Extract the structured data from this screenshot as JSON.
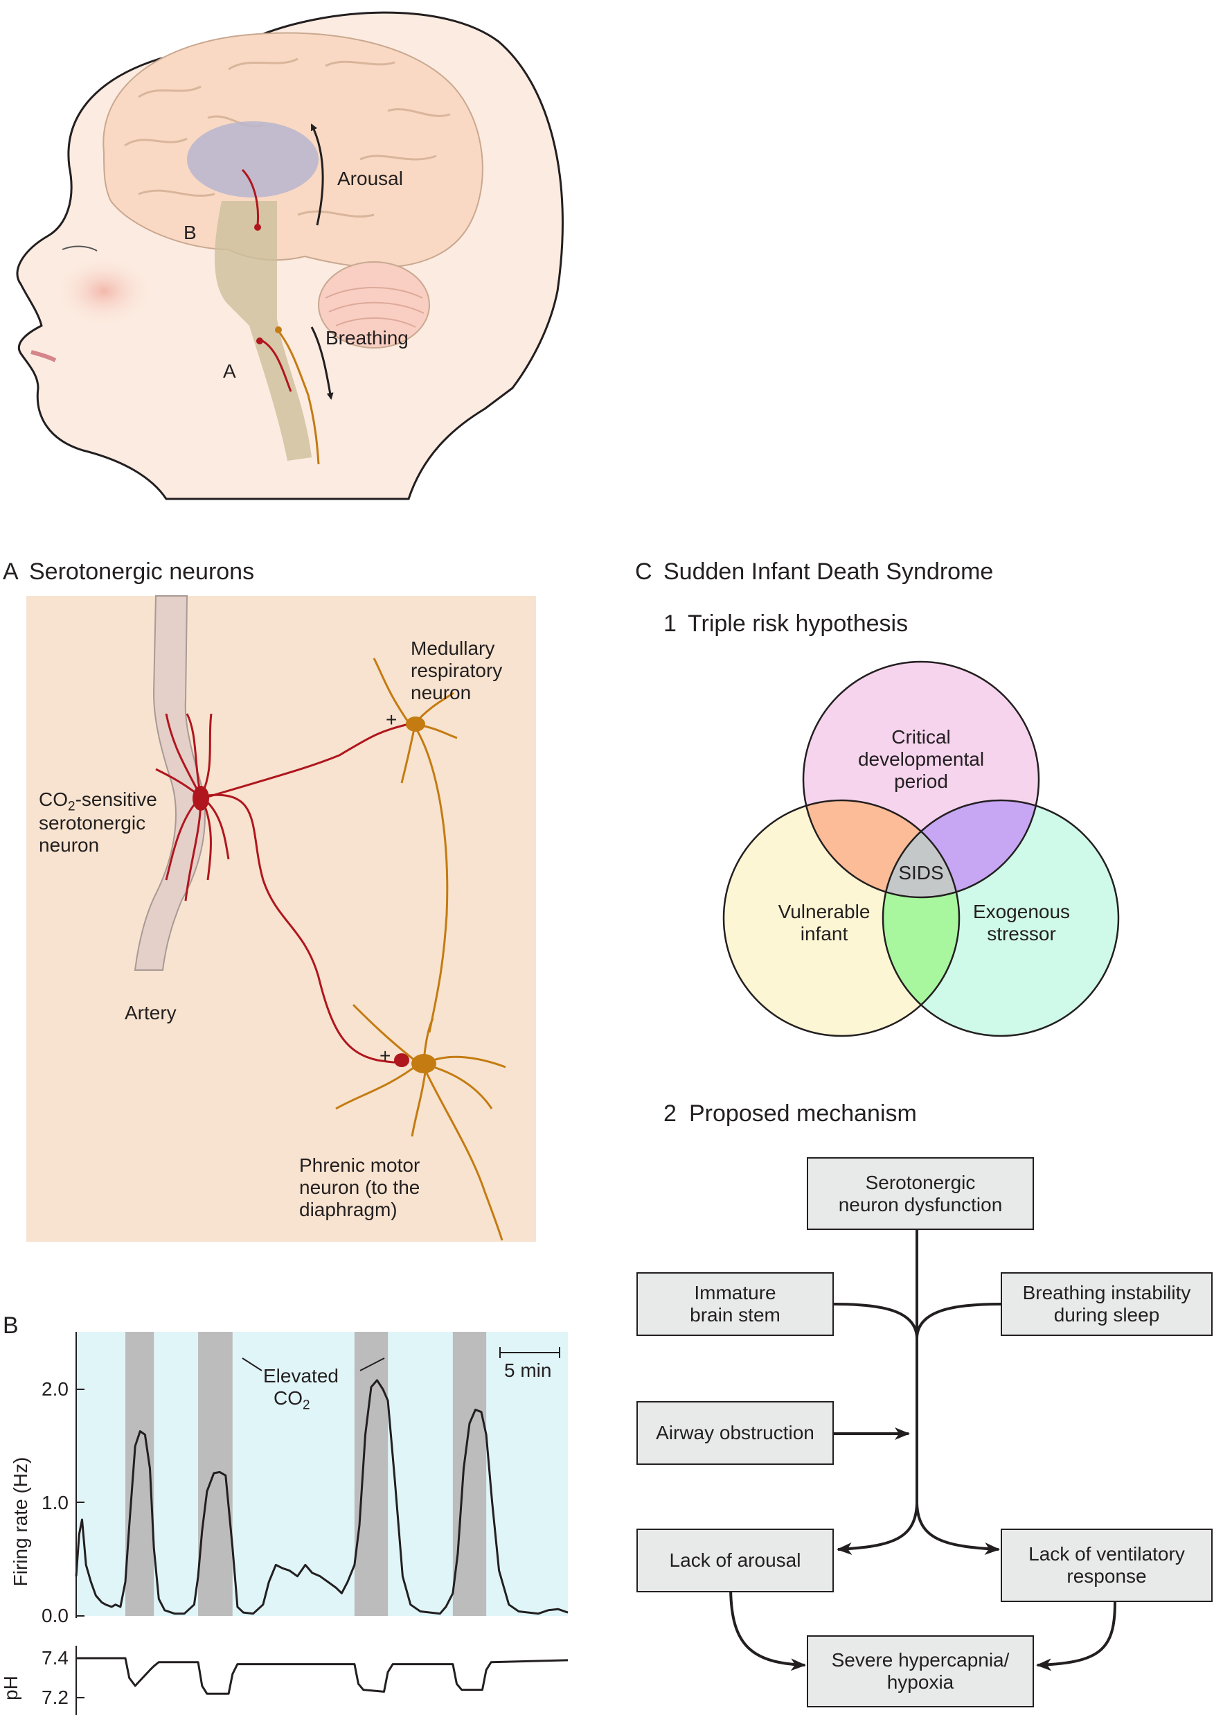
{
  "head_panel": {
    "arousal_label": "Arousal",
    "breathing_label": "Breathing",
    "marker_b": "B",
    "marker_a": "A"
  },
  "panel_a": {
    "letter": "A",
    "title": "Serotonergic neurons",
    "medullary_line1": "Medullary",
    "medullary_line2": "respiratory",
    "medullary_line3": "neuron",
    "co2_prefix": "CO",
    "co2_sub": "2",
    "co2_suffix": "-sensitive",
    "sero_line2": "serotonergic",
    "sero_line3": "neuron",
    "artery_label": "Artery",
    "phrenic_line1": "Phrenic motor",
    "phrenic_line2": "neuron (to the",
    "phrenic_line3": "diaphragm)",
    "plus_upper": "+",
    "plus_lower": "+"
  },
  "panel_b": {
    "letter": "B",
    "y_label": "Firing rate (Hz)",
    "y_ticks": [
      "2.0",
      "1.0",
      "0.0"
    ],
    "elevated_line1": "Elevated",
    "elevated_prefix": "CO",
    "elevated_sub": "2",
    "scale_label": "5 min",
    "ph_label": "pH",
    "ph_ticks": [
      "7.4",
      "7.2"
    ],
    "colors": {
      "background": "#e0f5f8",
      "co2_band": "#bcbcbc",
      "trace": "#231f20"
    }
  },
  "chart_data": {
    "type": "line",
    "ylabel": "Firing rate (Hz)",
    "ylim": [
      0,
      2.4
    ],
    "shaded_intervals_note": "Elevated CO2",
    "shaded_periods": [
      [
        5.0,
        7.9
      ],
      [
        12.4,
        15.9
      ],
      [
        28.3,
        31.7
      ],
      [
        38.3,
        41.7
      ]
    ],
    "x": [
      0,
      0.3,
      0.6,
      1,
      1.5,
      2,
      2.6,
      3,
      3.6,
      4,
      4.5,
      5,
      5.4,
      6,
      6.5,
      7,
      7.5,
      7.9,
      8.4,
      9,
      10,
      11,
      12,
      12.4,
      12.8,
      13.3,
      14,
      14.6,
      15.2,
      15.9,
      16.4,
      17,
      18,
      19,
      19.6,
      20.3,
      21,
      21.7,
      22.5,
      23.3,
      24,
      24.8,
      25.6,
      26.4,
      27,
      27.6,
      28.3,
      28.8,
      29.4,
      30,
      30.6,
      31.2,
      31.7,
      32.4,
      33.2,
      34,
      35,
      36,
      37,
      37.6,
      38.3,
      38.8,
      39.4,
      40,
      40.6,
      41.2,
      41.7,
      42.3,
      43,
      44,
      45,
      46,
      47,
      48,
      49,
      50
    ],
    "values": [
      0.35,
      0.72,
      0.85,
      0.45,
      0.3,
      0.18,
      0.12,
      0.1,
      0.08,
      0.1,
      0.08,
      0.3,
      0.8,
      1.5,
      1.63,
      1.6,
      1.3,
      0.6,
      0.15,
      0.05,
      0.02,
      0.02,
      0.1,
      0.35,
      0.75,
      1.1,
      1.26,
      1.27,
      1.24,
      0.6,
      0.08,
      0.03,
      0.02,
      0.1,
      0.3,
      0.45,
      0.42,
      0.4,
      0.35,
      0.45,
      0.38,
      0.35,
      0.3,
      0.25,
      0.2,
      0.3,
      0.45,
      0.8,
      1.6,
      2.02,
      2.08,
      2.0,
      1.9,
      1.2,
      0.35,
      0.1,
      0.04,
      0.03,
      0.02,
      0.08,
      0.2,
      0.55,
      1.3,
      1.7,
      1.82,
      1.8,
      1.6,
      1.0,
      0.4,
      0.1,
      0.04,
      0.03,
      0.02,
      0.05,
      0.06,
      0.03
    ],
    "ph": {
      "ylabel": "pH",
      "ylim": [
        7.15,
        7.45
      ],
      "x": [
        0,
        5,
        5.4,
        6,
        7.5,
        7.9,
        8.4,
        12.4,
        12.8,
        13.3,
        15.5,
        15.9,
        16.4,
        28.3,
        28.7,
        29.2,
        31.3,
        31.7,
        32.2,
        38.3,
        38.7,
        39.2,
        41.3,
        41.7,
        42.2,
        50
      ],
      "values": [
        7.4,
        7.4,
        7.3,
        7.26,
        7.34,
        7.36,
        7.38,
        7.38,
        7.26,
        7.22,
        7.22,
        7.32,
        7.37,
        7.37,
        7.27,
        7.24,
        7.23,
        7.33,
        7.37,
        7.37,
        7.27,
        7.24,
        7.24,
        7.34,
        7.38,
        7.39
      ]
    }
  },
  "panel_c": {
    "letter": "C",
    "title": "Sudden Infant Death Syndrome",
    "sub1_number": "1",
    "sub1_title": "Triple risk hypothesis",
    "venn_top_line1": "Critical",
    "venn_top_line2": "developmental",
    "venn_top_line3": "period",
    "venn_left_line1": "Vulnerable",
    "venn_left_line2": "infant",
    "venn_right_line1": "Exogenous",
    "venn_right_line2": "stressor",
    "venn_center": "SIDS",
    "venn_colors": {
      "top": "#f6d4ee",
      "left": "#fdf6d4",
      "right": "#cff9e8",
      "top_left": "#fbbc97",
      "top_right": "#c7a6f4",
      "left_right": "#a8f79f",
      "center": "#c4c8c8"
    },
    "sub2_number": "2",
    "sub2_title": "Proposed mechanism",
    "boxes": {
      "serotonergic_line1": "Serotonergic",
      "serotonergic_line2": "neuron dysfunction",
      "immature_line1": "Immature",
      "immature_line2": "brain stem",
      "breathing_line1": "Breathing instability",
      "breathing_line2": "during sleep",
      "airway": "Airway obstruction",
      "arousal": "Lack of arousal",
      "ventilatory_line1": "Lack of ventilatory",
      "ventilatory_line2": "response",
      "severe_line1": "Severe hypercapnia/",
      "severe_line2": "hypoxia"
    }
  }
}
